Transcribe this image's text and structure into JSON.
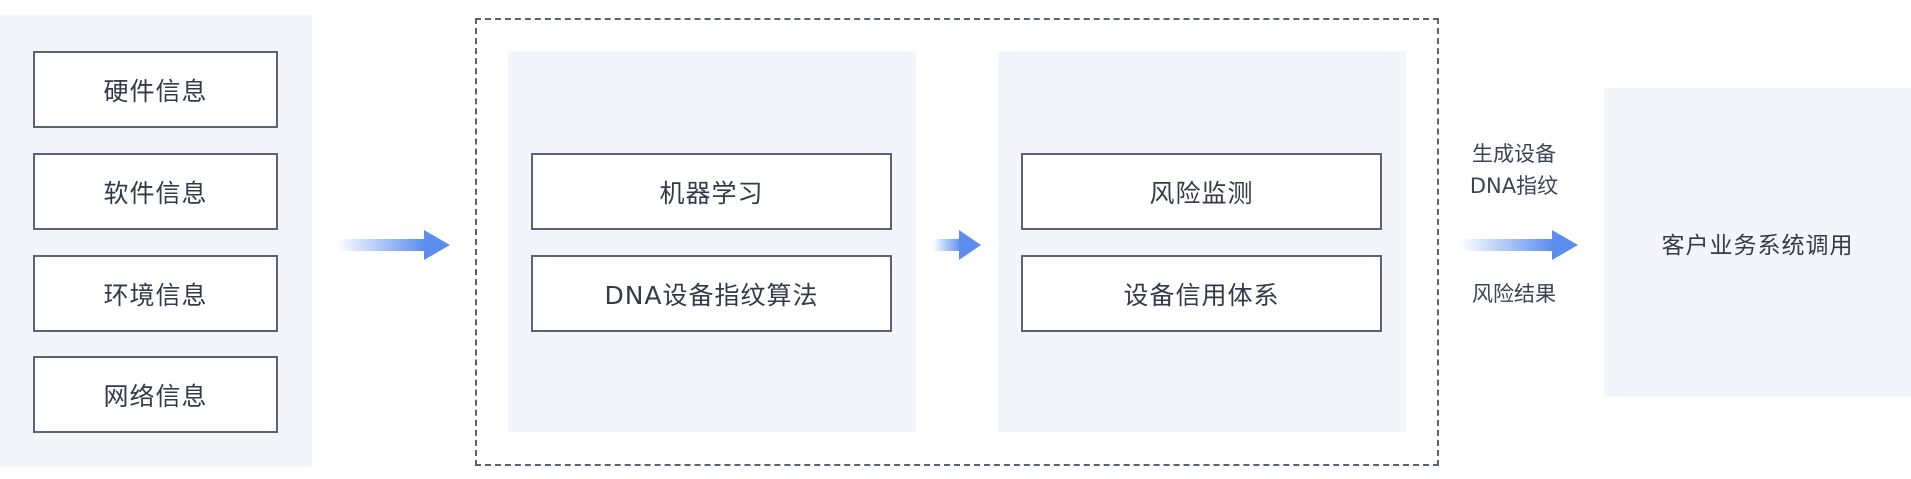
{
  "sources": {
    "items": [
      {
        "label": "硬件信息"
      },
      {
        "label": "软件信息"
      },
      {
        "label": "环境信息"
      },
      {
        "label": "网络信息"
      }
    ]
  },
  "engine": {
    "left_group": {
      "items": [
        {
          "label": "机器学习"
        },
        {
          "label": "DNA设备指纹算法"
        }
      ]
    },
    "right_group": {
      "items": [
        {
          "label": "风险监测"
        },
        {
          "label": "设备信用体系"
        }
      ]
    }
  },
  "outputs": {
    "top_line1": "生成设备",
    "top_line2": "DNA指纹",
    "bottom": "风险结果"
  },
  "target": {
    "label": "客户业务系统调用"
  },
  "colors": {
    "panel": "#f3f5fa",
    "border": "#5b6272",
    "arrow": "#5b8def"
  }
}
